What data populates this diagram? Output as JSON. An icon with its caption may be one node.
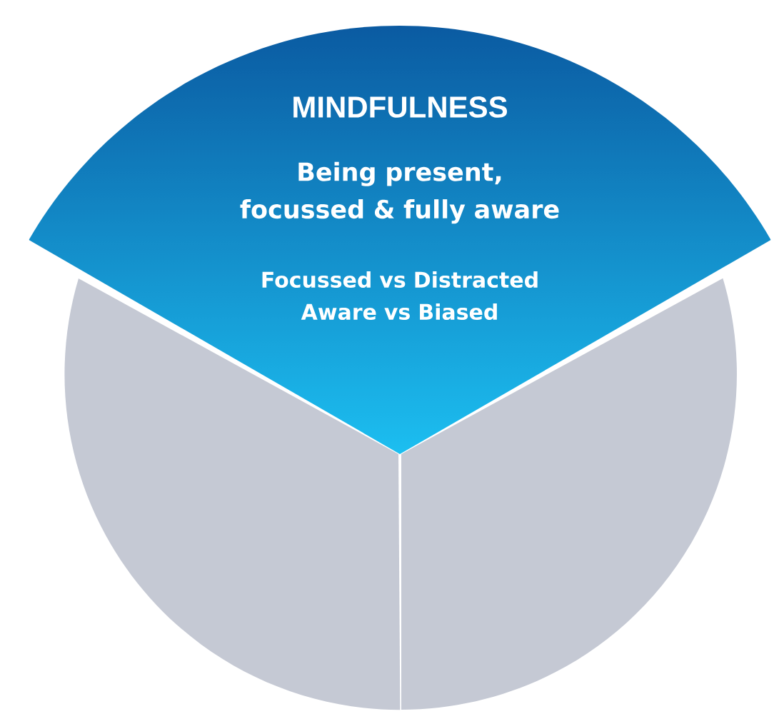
{
  "diagram": {
    "nodes": [
      {
        "text": [
          "MINDFULNESS",
          "Being present, focussed & fully aware",
          "Focussed vs Distracted Aware vs Biased"
        ]
      },
      {
        "text": [],
        "shape": "wedge"
      },
      {
        "text": [],
        "shape": "wedge"
      }
    ]
  }
}
